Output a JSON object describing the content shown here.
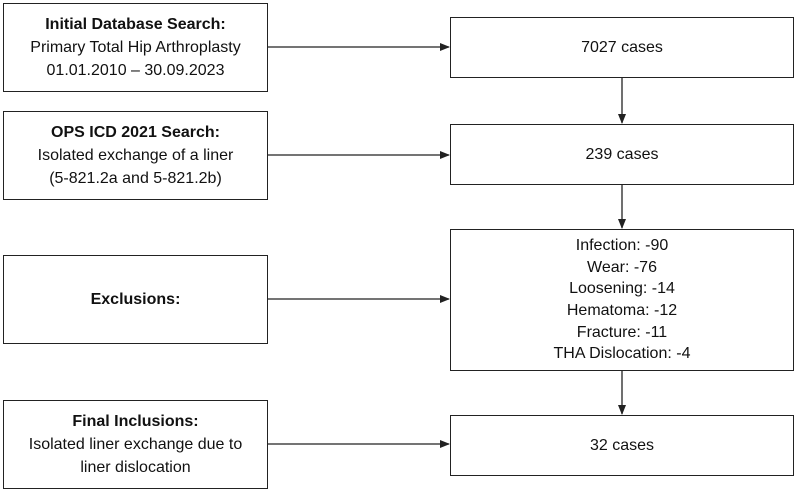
{
  "left": {
    "search": {
      "title": "Initial Database Search:",
      "line1": "Primary Total Hip Arthroplasty",
      "line2": "01.01.2010 – 30.09.2023"
    },
    "ops": {
      "title": "OPS ICD 2021 Search:",
      "line1": "Isolated exchange of a liner",
      "line2": "(5-821.2a and 5-821.2b)"
    },
    "exclusions": {
      "title": "Exclusions:"
    },
    "final": {
      "title": "Final Inclusions:",
      "line1": "Isolated liner exchange due to",
      "line2": "liner dislocation"
    }
  },
  "right": {
    "total": "7027 cases",
    "ops": "239 cases",
    "exclusion_items": [
      "Infection: -90",
      "Wear: -76",
      "Loosening: -14",
      "Hematoma: -12",
      "Fracture: -11",
      "THA Dislocation: -4"
    ],
    "final": "32 cases"
  }
}
